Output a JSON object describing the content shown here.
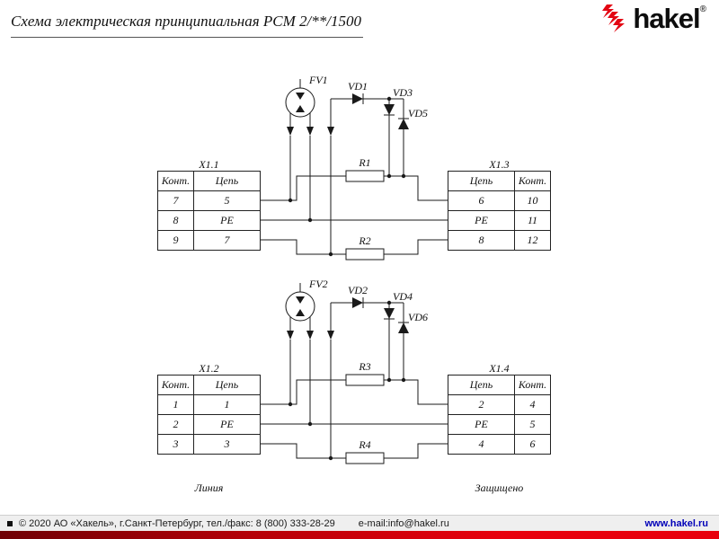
{
  "header": {
    "title": "Схема электрическая принципиальная РСМ 2/**/1500",
    "logo_text": "hakel",
    "registered": "®"
  },
  "components": {
    "fv1": "FV1",
    "fv2": "FV2",
    "vd1": "VD1",
    "vd2": "VD2",
    "vd3": "VD3",
    "vd4": "VD4",
    "vd5": "VD5",
    "vd6": "VD6",
    "r1": "R1",
    "r2": "R2",
    "r3": "R3",
    "r4": "R4"
  },
  "tables": {
    "x11": {
      "name": "X1.1",
      "headers": [
        "Конт.",
        "Цепь"
      ],
      "rows": [
        [
          "7",
          "5"
        ],
        [
          "8",
          "PE"
        ],
        [
          "9",
          "7"
        ]
      ]
    },
    "x13": {
      "name": "X1.3",
      "headers": [
        "Цепь",
        "Конт."
      ],
      "rows": [
        [
          "6",
          "10"
        ],
        [
          "PE",
          "11"
        ],
        [
          "8",
          "12"
        ]
      ]
    },
    "x12": {
      "name": "X1.2",
      "headers": [
        "Конт.",
        "Цепь"
      ],
      "rows": [
        [
          "1",
          "1"
        ],
        [
          "2",
          "PE"
        ],
        [
          "3",
          "3"
        ]
      ]
    },
    "x14": {
      "name": "X1.4",
      "headers": [
        "Цепь",
        "Конт."
      ],
      "rows": [
        [
          "2",
          "4"
        ],
        [
          "PE",
          "5"
        ],
        [
          "4",
          "6"
        ]
      ]
    }
  },
  "labels": {
    "line": "Линия",
    "protected": "Защищено"
  },
  "footer": {
    "copyright": "© 2020 АО «Хакель», г.Санкт-Петербург, тел./факс: 8 (800) 333-28-29",
    "email": "e-mail:info@hakel.ru",
    "website": "www.hakel.ru"
  },
  "colors": {
    "accent_red": "#e30613",
    "link_blue": "#0000b8"
  }
}
